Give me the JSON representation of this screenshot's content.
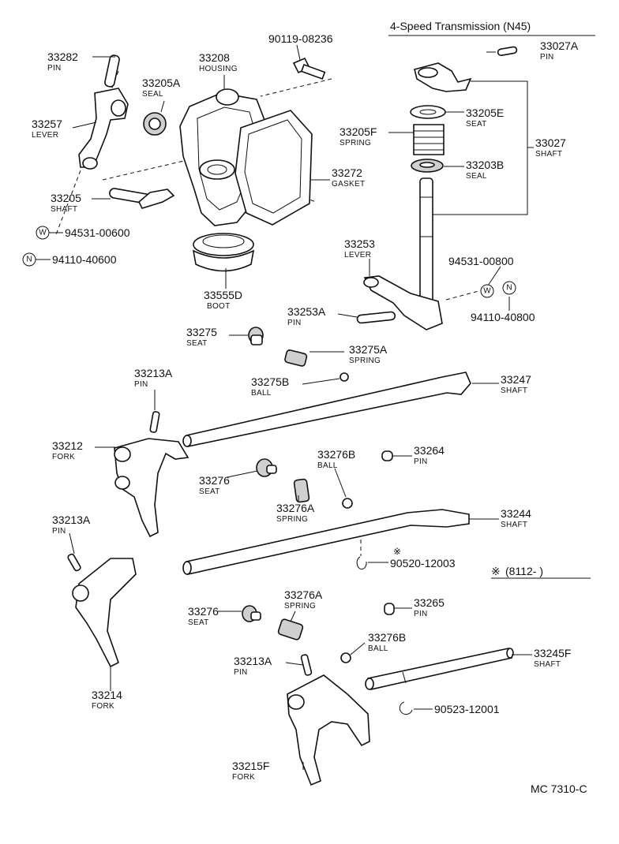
{
  "header": {
    "title": "4-Speed Transmission (N45)",
    "code": "MC  7310-C",
    "note_symbol": "※",
    "note_text": "(8112-        )"
  },
  "parts": [
    {
      "id": "p33282",
      "number": "33282",
      "name": "PIN"
    },
    {
      "id": "p33257",
      "number": "33257",
      "name": "LEVER"
    },
    {
      "id": "p33205A",
      "number": "33205A",
      "name": "SEAL"
    },
    {
      "id": "p33208",
      "number": "33208",
      "name": "HOUSING"
    },
    {
      "id": "p90119",
      "number": "90119-08236",
      "name": ""
    },
    {
      "id": "p33205",
      "number": "33205",
      "name": "SHAFT"
    },
    {
      "id": "p94531_06",
      "number": "94531-00600",
      "name": "",
      "badge": "W"
    },
    {
      "id": "p94110_06",
      "number": "94110-40600",
      "name": "",
      "badge": "N"
    },
    {
      "id": "p33555D",
      "number": "33555D",
      "name": "BOOT"
    },
    {
      "id": "p33272",
      "number": "33272",
      "name": "GASKET"
    },
    {
      "id": "p33027A",
      "number": "33027A",
      "name": "PIN"
    },
    {
      "id": "p33205E",
      "number": "33205E",
      "name": "SEAT"
    },
    {
      "id": "p33205F",
      "number": "33205F",
      "name": "SPRING"
    },
    {
      "id": "p33027",
      "number": "33027",
      "name": "SHAFT"
    },
    {
      "id": "p33203B",
      "number": "33203B",
      "name": "SEAL"
    },
    {
      "id": "p33253",
      "number": "33253",
      "name": "LEVER"
    },
    {
      "id": "p94531_08",
      "number": "94531-00800",
      "name": "",
      "badge": "W"
    },
    {
      "id": "p94110_08",
      "number": "94110-40800",
      "name": "",
      "badge": "N"
    },
    {
      "id": "p33253A",
      "number": "33253A",
      "name": "PIN"
    },
    {
      "id": "p33275",
      "number": "33275",
      "name": "SEAT"
    },
    {
      "id": "p33275A",
      "number": "33275A",
      "name": "SPRING"
    },
    {
      "id": "p33275B",
      "number": "33275B",
      "name": "BALL"
    },
    {
      "id": "p33247",
      "number": "33247",
      "name": "SHAFT"
    },
    {
      "id": "p33213A_1",
      "number": "33213A",
      "name": "PIN"
    },
    {
      "id": "p33212",
      "number": "33212",
      "name": "FORK"
    },
    {
      "id": "p33276B_1",
      "number": "33276B",
      "name": "BALL"
    },
    {
      "id": "p33264",
      "number": "33264",
      "name": "PIN"
    },
    {
      "id": "p33276_1",
      "number": "33276",
      "name": "SEAT"
    },
    {
      "id": "p33276A_1",
      "number": "33276A",
      "name": "SPRING"
    },
    {
      "id": "p33244",
      "number": "33244",
      "name": "SHAFT"
    },
    {
      "id": "p33213A_2",
      "number": "33213A",
      "name": "PIN"
    },
    {
      "id": "p90520",
      "number": "90520-12003",
      "name": "",
      "star": "※"
    },
    {
      "id": "p33276A_2",
      "number": "33276A",
      "name": "SPRING"
    },
    {
      "id": "p33265",
      "number": "33265",
      "name": "PIN"
    },
    {
      "id": "p33276_2",
      "number": "33276",
      "name": "SEAT"
    },
    {
      "id": "p33276B_2",
      "number": "33276B",
      "name": "BALL"
    },
    {
      "id": "p33213A_3",
      "number": "33213A",
      "name": "PIN"
    },
    {
      "id": "p33245F",
      "number": "33245F",
      "name": "SHAFT"
    },
    {
      "id": "p33214",
      "number": "33214",
      "name": "FORK"
    },
    {
      "id": "p90523",
      "number": "90523-12001",
      "name": ""
    },
    {
      "id": "p33215F",
      "number": "33215F",
      "name": "FORK"
    }
  ]
}
